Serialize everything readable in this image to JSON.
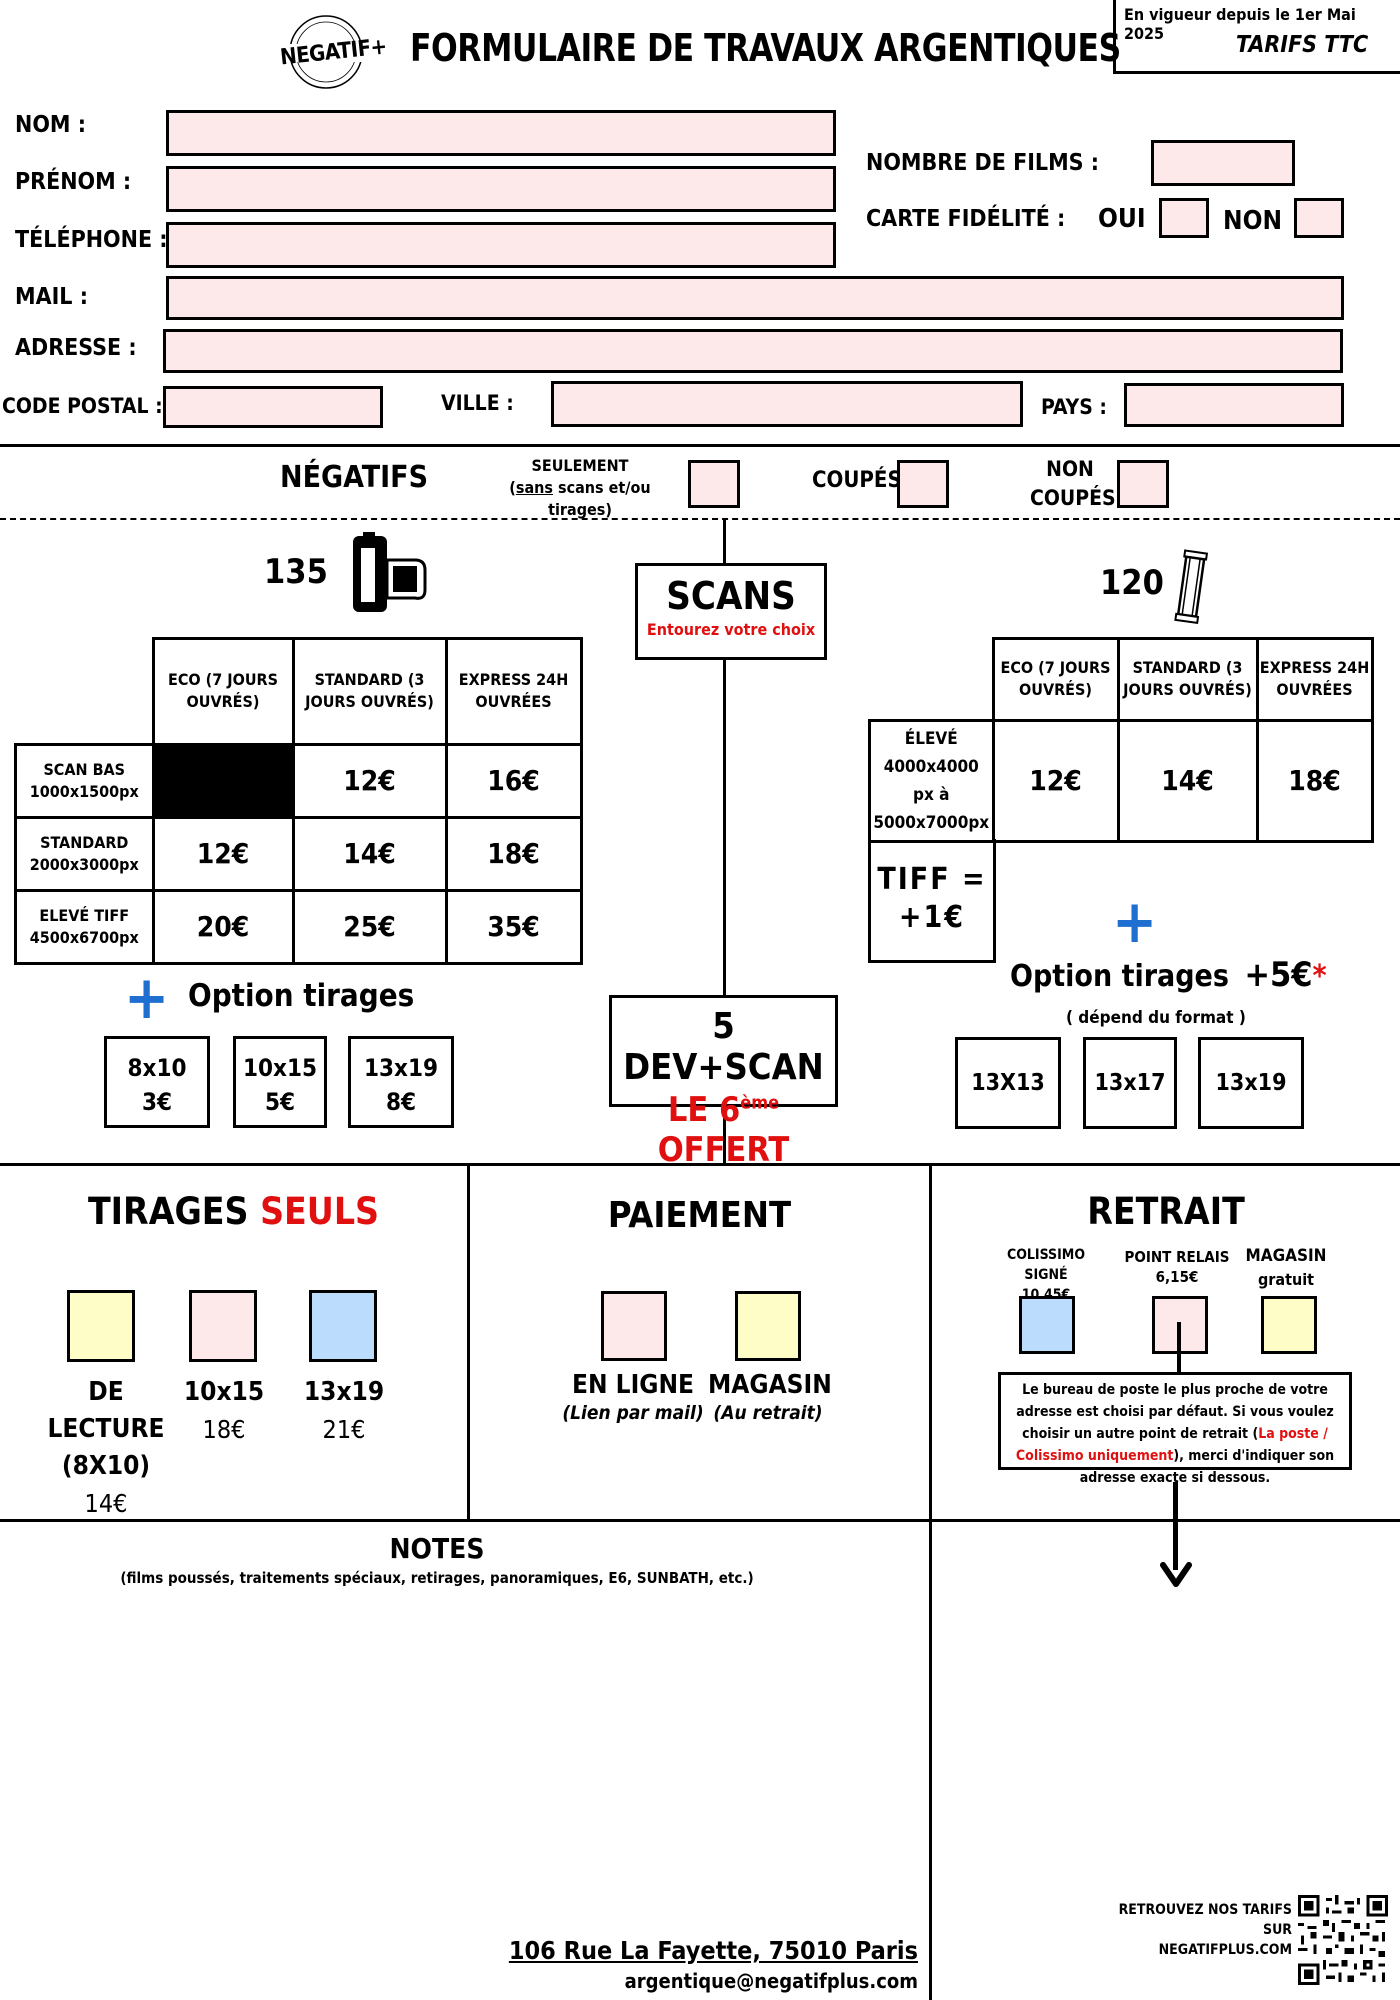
{
  "header": {
    "logo_text": "NEGATIF+",
    "title": "FORMULAIRE DE TRAVAUX ARGENTIQUES",
    "validity": "En vigueur depuis le 1er Mai 2025",
    "tarifs": "TARIFS TTC"
  },
  "client": {
    "nom": "NOM :",
    "prenom": "PRÉNOM :",
    "telephone": "TÉLÉPHONE :",
    "mail": "MAIL :",
    "adresse": "ADRESSE :",
    "code_postal": "CODE POSTAL :",
    "ville": "VILLE :",
    "pays": "PAYS :",
    "nombre_films": "NOMBRE DE FILMS :",
    "carte_fidelite": "CARTE FIDÉLITÉ :",
    "oui": "OUI",
    "non": "NON"
  },
  "negatifs": {
    "title": "NÉGATIFS",
    "seulement": "SEULEMENT",
    "seulement_sans": "sans",
    "seulement_rest": " scans et/ou tirages)",
    "seulement_open": "(",
    "coupes": "COUPÉS",
    "non": "NON",
    "non_coupes": "COUPÉS"
  },
  "f135": {
    "title": "135",
    "headers": [
      "ECO (7 JOURS OUVRÉS)",
      "STANDARD (3 JOURS OUVRÉS)",
      "EXPRESS 24H OUVRÉES"
    ],
    "rows": [
      {
        "label1": "SCAN BAS",
        "label2": "1000x1500px",
        "cells": [
          "",
          "12€",
          "16€"
        ]
      },
      {
        "label1": "STANDARD",
        "label2": "2000x3000px",
        "cells": [
          "12€",
          "14€",
          "18€"
        ]
      },
      {
        "label1": "ELEVÉ TIFF",
        "label2": "4500x6700px",
        "cells": [
          "20€",
          "25€",
          "35€"
        ]
      }
    ],
    "option": "Option tirages",
    "tirages": [
      {
        "size": "8x10",
        "price": "3€"
      },
      {
        "size": "10x15",
        "price": "5€"
      },
      {
        "size": "13x19",
        "price": "8€"
      }
    ]
  },
  "scans": {
    "title": "SCANS",
    "subtitle": "Entourez votre choix",
    "offer_line1": "5 DEV+SCAN",
    "offer_le": "LE 6",
    "offer_sup": "ème",
    "offer_end": " OFFERT"
  },
  "f120": {
    "title": "120",
    "headers": [
      "ECO (7 JOURS OUVRÉS)",
      "STANDARD (3 JOURS OUVRÉS)",
      "EXPRESS 24H OUVRÉES"
    ],
    "row_label": [
      "ÉLEVÉ",
      "4000x4000",
      "px à",
      "5000x7000px"
    ],
    "cells": [
      "12€",
      "14€",
      "18€"
    ],
    "tiff1": "TIFF =",
    "tiff2": "+1€",
    "option": "Option tirages",
    "option_price": "+5€",
    "asterisk": "*",
    "option_note": "( dépend du format )",
    "tirages": [
      "13X13",
      "13x17",
      "13x19"
    ]
  },
  "tirages_seuls": {
    "title1": "TIRAGES ",
    "title2": "SEULS",
    "items": [
      {
        "name1": "DE LECTURE",
        "name2": "(8X10)",
        "price": "14€"
      },
      {
        "name1": "10x15",
        "name2": "",
        "price": "18€"
      },
      {
        "name1": "13x19",
        "name2": "",
        "price": "21€"
      }
    ]
  },
  "paiement": {
    "title": "PAIEMENT",
    "items": [
      {
        "name": "EN LIGNE",
        "sub": "(Lien par mail)"
      },
      {
        "name": "MAGASIN",
        "sub": "(Au retrait)"
      }
    ]
  },
  "retrait": {
    "title": "RETRAIT",
    "items": [
      {
        "name": "COLISSIMO SIGNÉ",
        "price": "10,45€"
      },
      {
        "name": "POINT RELAIS",
        "price": "6,15€"
      },
      {
        "name": "MAGASIN",
        "price": "gratuit"
      }
    ],
    "note_a": "Le bureau de poste le plus proche de votre adresse est choisi par défaut. Si vous voulez choisir un autre point de retrait (",
    "note_red": "La poste / Colissimo uniquement",
    "note_b": "), merci d'indiquer son adresse exacte si dessous."
  },
  "notes": {
    "title": "NOTES",
    "subtitle": "(films poussés, traitements spéciaux, retirages, panoramiques, E6, SUNBATH, etc.)"
  },
  "footer": {
    "address": "106 Rue La Fayette, 75010 Paris",
    "email": "argentique@negatifplus.com",
    "retrouvez1": "RETROUVEZ NOS TARIFS",
    "retrouvez2": "SUR",
    "retrouvez3": "NEGATIFPLUS.COM"
  }
}
